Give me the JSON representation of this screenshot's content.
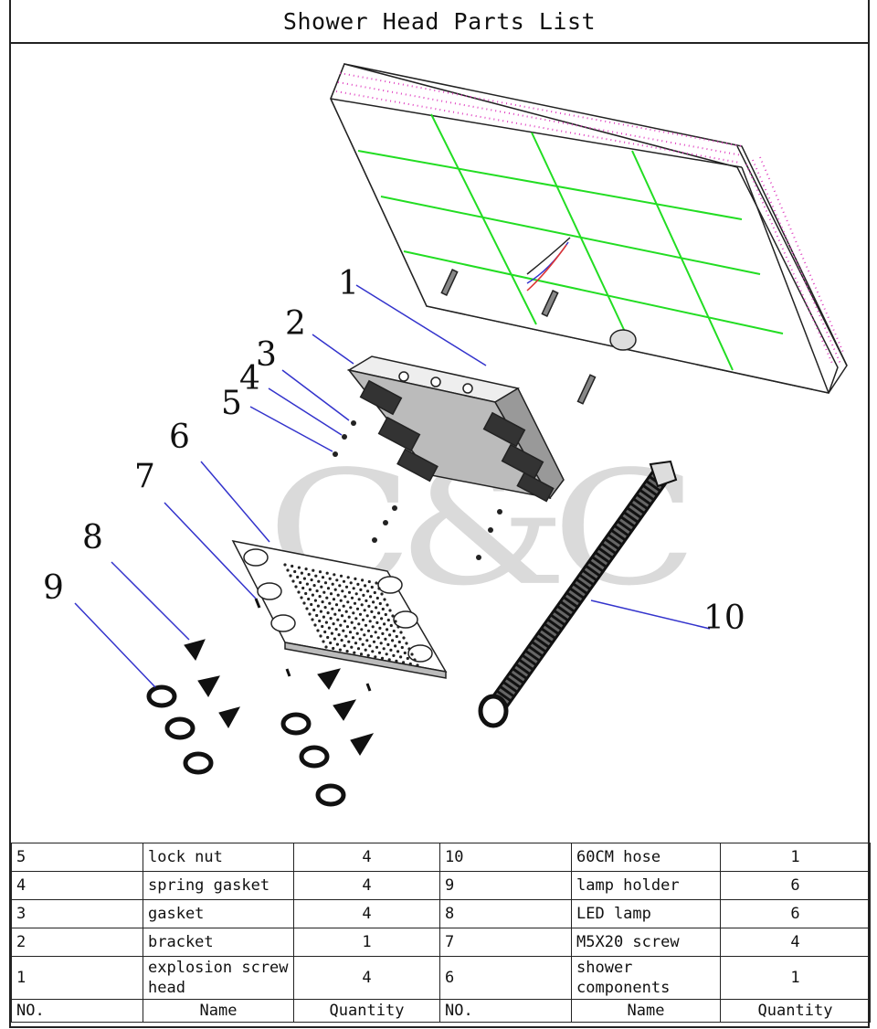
{
  "title": "Shower Head Parts List",
  "watermark": "C&C",
  "callouts": [
    "1",
    "2",
    "3",
    "4",
    "5",
    "6",
    "7",
    "8",
    "9",
    "10"
  ],
  "table": {
    "rows": [
      {
        "no_left": "5",
        "name_left": "lock nut",
        "qty_left": "4",
        "no_right": "10",
        "name_right": "60CM hose",
        "qty_right": "1"
      },
      {
        "no_left": "4",
        "name_left": "spring gasket",
        "qty_left": "4",
        "no_right": "9",
        "name_right": "lamp holder",
        "qty_right": "6"
      },
      {
        "no_left": "3",
        "name_left": "gasket",
        "qty_left": "4",
        "no_right": "8",
        "name_right": "LED lamp",
        "qty_right": "6"
      },
      {
        "no_left": "2",
        "name_left": "bracket",
        "qty_left": "1",
        "no_right": "7",
        "name_right": "M5X20 screw",
        "qty_right": "4"
      },
      {
        "no_left": "1",
        "name_left": "explosion screw head",
        "qty_left": "4",
        "no_right": "6",
        "name_right": "shower components",
        "qty_right": "1"
      }
    ],
    "header": {
      "no": "NO.",
      "name": "Name",
      "quantity": "Quantity"
    }
  },
  "colors": {
    "grid_lines": "#22dd22",
    "ceiling_texture": "#e040c0",
    "leader_lines": "#3333cc",
    "outline": "#222222"
  }
}
